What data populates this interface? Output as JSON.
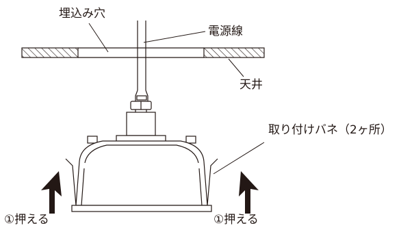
{
  "labels": {
    "hole": "埋込み穴",
    "cable": "電源線",
    "ceiling": "天井",
    "spring": "取り付けバネ（2ヶ所）",
    "press_left": "①押える",
    "press_right": "①押える"
  },
  "colors": {
    "line": "#231815",
    "background": "#ffffff"
  }
}
